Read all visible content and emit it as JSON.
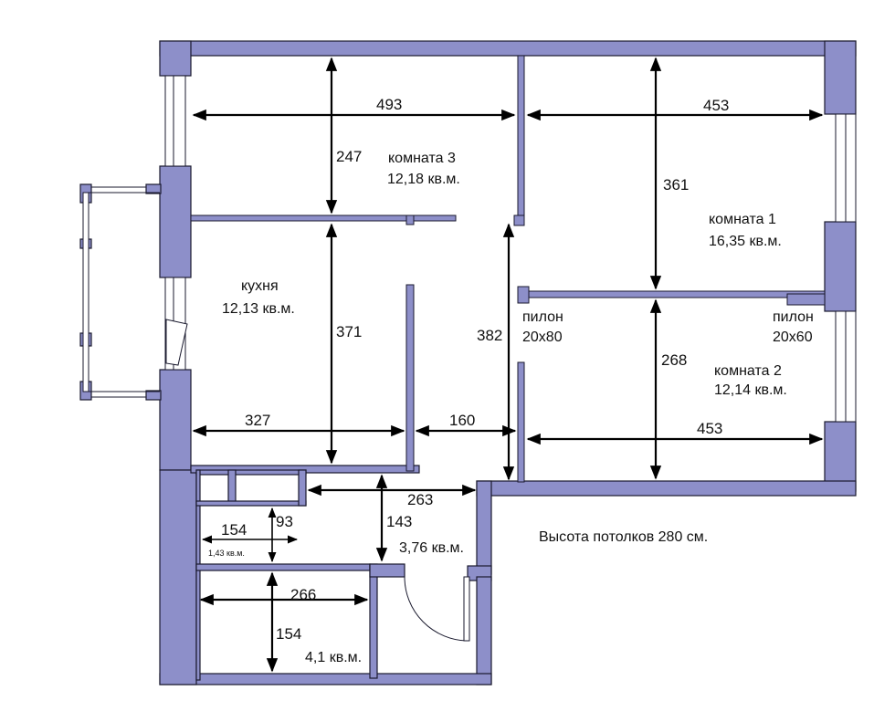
{
  "colors": {
    "wall_fill": "#8d8fc9",
    "wall_stroke": "#1a1a2e",
    "dimension_line": "#000000",
    "background": "#ffffff"
  },
  "rooms": {
    "room3": {
      "name": "комната 3",
      "area": "12,18 кв.м."
    },
    "room1": {
      "name": "комната 1",
      "area": "16,35 кв.м."
    },
    "kitchen": {
      "name": "кухня",
      "area": "12,13 кв.м."
    },
    "room2": {
      "name": "комната 2",
      "area": "12,14 кв.м."
    },
    "hall": {
      "area": "3,76 кв.м."
    },
    "wc": {
      "area": "1,43 кв.м."
    },
    "bath": {
      "area": "4,1 кв.м."
    }
  },
  "pylons": {
    "left": {
      "label": "пилон",
      "size": "20х80"
    },
    "right": {
      "label": "пилон",
      "size": "20х60"
    }
  },
  "dimensions": {
    "room3_width": "493",
    "room3_height": "247",
    "room1_width": "453",
    "room1_height": "361",
    "kitchen_height": "371",
    "kitchen_width": "327",
    "corridor_height": "382",
    "passage_width": "160",
    "room2_height": "268",
    "room2_width": "453",
    "hall_width": "263",
    "hall_height": "143",
    "wc_width": "154",
    "wc_height": "93",
    "bath_width": "266",
    "bath_height": "154"
  },
  "note": "Высота потолков 280 см."
}
